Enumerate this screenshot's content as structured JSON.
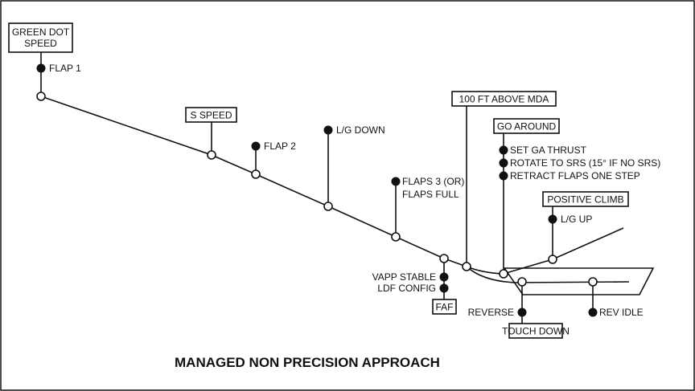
{
  "title": "MANAGED NON PRECISION APPROACH",
  "boxes": {
    "green_dot_line1": "GREEN DOT",
    "green_dot_line2": "SPEED",
    "s_speed": "S SPEED",
    "above_mda": "100 FT ABOVE MDA",
    "go_around": "GO AROUND",
    "positive_climb": "POSITIVE CLIMB",
    "faf": "FAF",
    "touch_down": "TOUCH DOWN"
  },
  "labels": {
    "flap1": "FLAP 1",
    "flap2": "FLAP 2",
    "lg_down": "L/G DOWN",
    "flaps3_line1": "FLAPS 3 (OR)",
    "flaps3_line2": "FLAPS FULL",
    "vapp_stable": "VAPP STABLE",
    "ldf_config": "LDF CONFIG",
    "set_ga_thrust": "SET GA THRUST",
    "rotate_srs": "ROTATE TO SRS (15° IF NO SRS)",
    "retract_flaps": "RETRACT FLAPS ONE STEP",
    "lg_up": "L/G UP",
    "reverse": "REVERSE",
    "rev_idle": "REV IDLE"
  }
}
